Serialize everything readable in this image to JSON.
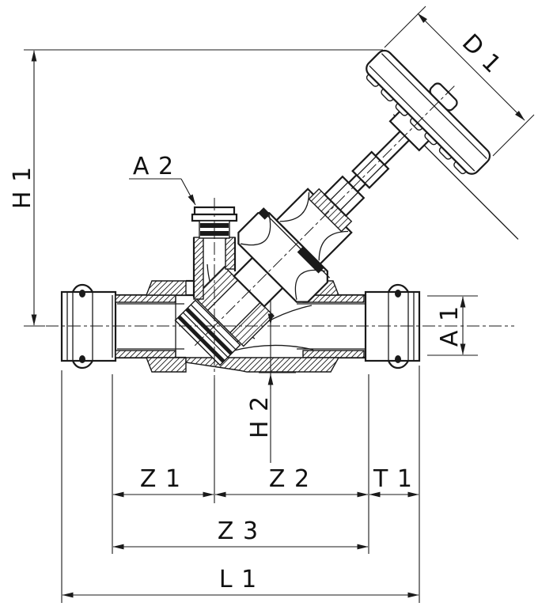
{
  "colors": {
    "line_color": "#1a1a1a",
    "background": "#ffffff"
  },
  "labels": {
    "h1": "H 1",
    "a2": "A 2",
    "d1": "D 1",
    "a1": "A 1",
    "h2": "H 2",
    "z1": "Z 1",
    "z2": "Z 2",
    "t1": "T 1",
    "z3": "Z 3",
    "l1": "L 1"
  }
}
